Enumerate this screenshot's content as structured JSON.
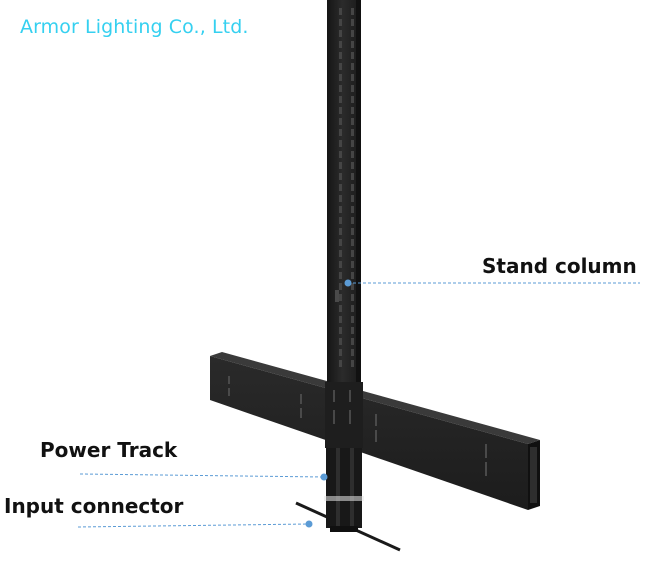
{
  "brand": {
    "text": "Armor Lighting Co., Ltd."
  },
  "labels": {
    "stand_column": "Stand column",
    "power_track": "Power Track",
    "input_connector": "Input connector"
  },
  "colors": {
    "brand": "#35d0f0",
    "callout": "#5b9bd5",
    "product": "#232323"
  }
}
